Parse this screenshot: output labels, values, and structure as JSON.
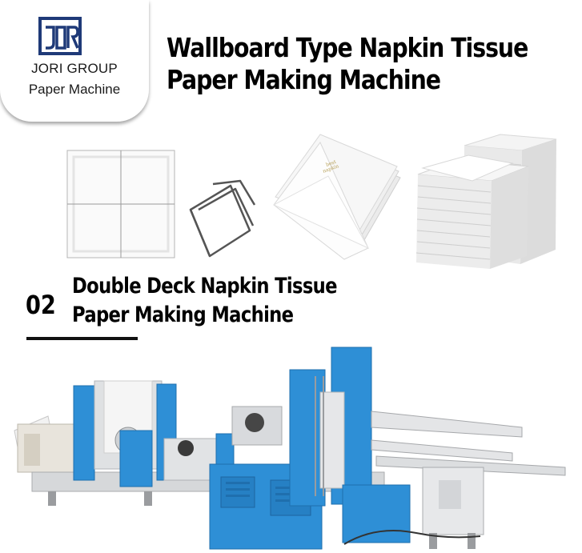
{
  "logo": {
    "name": "JORI GROUP",
    "subtitle": "Paper Machine",
    "mark_color": "#1f3a78"
  },
  "headline": {
    "line1": "Wallboard Type Napkin Tissue",
    "line2": "Paper Making Machine"
  },
  "section": {
    "number": "02",
    "title_line1": "Double Deck Napkin Tissue",
    "title_line2": "Paper Making Machine"
  },
  "colors": {
    "machine_blue": "#2e8fd6",
    "machine_frame": "#d9dadc",
    "text": "#000000"
  }
}
